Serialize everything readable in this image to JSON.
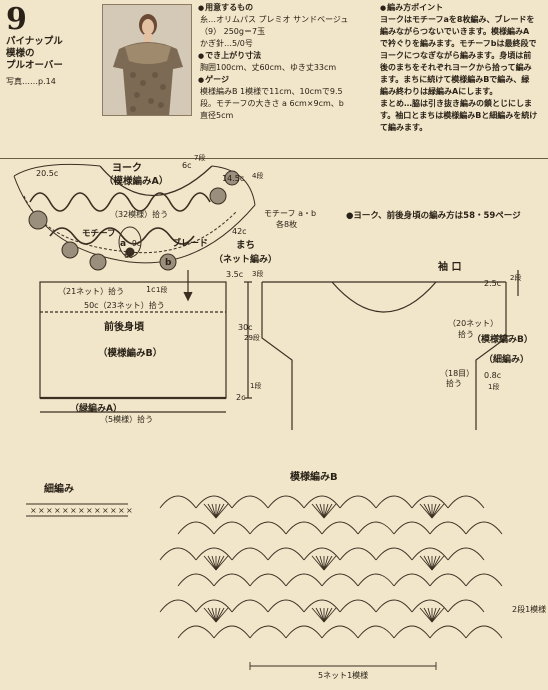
{
  "pattern": {
    "number": "9",
    "title_lines": [
      "パイナップル",
      "模様の",
      "プルオーバー"
    ],
    "photo_ref": "写真……p.14"
  },
  "materials": {
    "heading": "用意するもの",
    "lines": [
      "糸…オリムパス プレミオ サンドベージュ",
      "（9） 250g＝7玉",
      "かぎ針…5/0号"
    ]
  },
  "size": {
    "heading": "でき上がり寸法",
    "lines": [
      "胸囲100cm、丈60cm、ゆき丈33cm"
    ]
  },
  "gauge": {
    "heading": "ゲージ",
    "lines": [
      "模様編みB 1模様で11cm、10cmで9.5",
      "段。モチーフの大きさ a 6cm×9cm、b",
      "直径5cm"
    ]
  },
  "points": {
    "heading": "編み方ポイント",
    "lines": [
      "ヨークはモチーフaを8枚編み、ブレードを",
      "編みながらつないでいきます。模様編みA",
      "で衿ぐりを編みます。モチーフbは最終段で",
      "ヨークにつなぎながら編みます。身頃は前",
      "後のまちをそれぞれヨークから拾って編み",
      "ます。まちに続けて模様編みBで編み、緑",
      "編み終わりは緑編みAにします。"
    ],
    "finish_label": "まとめ",
    "finish_lines": [
      "…脇は引き抜き編みの鎖とじにしま",
      "す。袖口とまちは模様編みBと細編みを続け",
      "て編みます。"
    ]
  },
  "yoke": {
    "yoke_label": "ヨーク",
    "yoke_sub": "（模様編みA）",
    "yoke_pick": "（32模様）拾う",
    "motif_label": "モチーフ",
    "braid_label": "ブレード",
    "motif_a": "a",
    "motif_b": "b",
    "dim_20_5": "20.5c",
    "dim_6c": "6c",
    "dim_7dan": "7段",
    "dim_14_5": "14.5c",
    "dim_4dan": "4段",
    "dim_9c": "9c",
    "dim_6c2": "6c",
    "dim_42c": "42c",
    "motif_count_1": "モチーフ a・b",
    "motif_count_2": "各8枚",
    "side_label": "まち",
    "side_sub": "（ネット編み）",
    "dim_3_5c": "3.5c",
    "dim_3dan": "3段",
    "dim_1c": "1c",
    "dim_1dan": "1段",
    "net21": "（21ネット）拾う",
    "dim_50c": "50c（23ネット）拾う"
  },
  "body": {
    "label": "前後身頃",
    "sub": "（模様編みB）",
    "dim_30c": "30c",
    "dim_29dan": "29段",
    "dim_2c": "2c",
    "dim_1dan2": "1段",
    "edge_label": "（緑編みA）",
    "pick_label": "（5模様）拾う"
  },
  "sleeve": {
    "note": "●ヨーク、前後身頃の編み方は58・59ページ",
    "label": "袖 口",
    "dim_2_5c": "2.5c",
    "dim_2dan": "2段",
    "net20": "（20ネット）",
    "pick": "拾う",
    "edge": "（模様編みB）",
    "single_crochet": "（細編み）",
    "rows18": "（18目）",
    "pick2": "拾う",
    "dim_0_8c": "0.8c",
    "dim_1dan": "1段"
  },
  "chart": {
    "sc_title": "細編み",
    "b_title": "模様編みB",
    "repeat_label": "5ネット1模様",
    "side_label": "2段1模様"
  }
}
